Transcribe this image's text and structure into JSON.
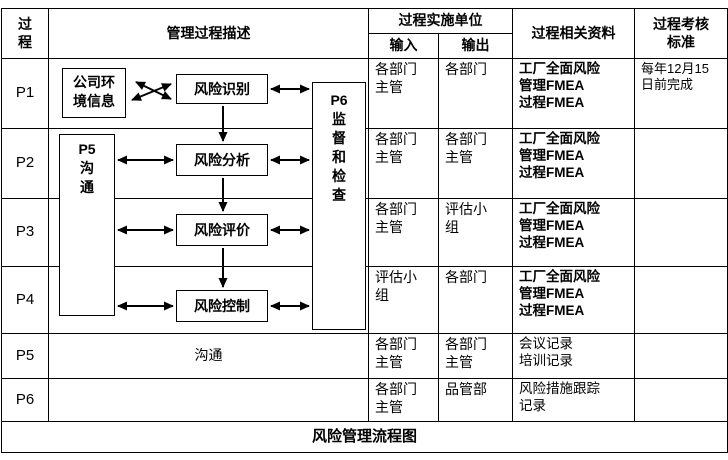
{
  "header": {
    "process": "过\n程",
    "description": "管理过程描述",
    "implementation_unit": "过程实施单位",
    "input": "输入",
    "output": "输出",
    "materials": "过程相关资料",
    "standard": "过程考核\n标准"
  },
  "rows": [
    {
      "id": "P1",
      "description": "",
      "input": "各部门\n主管",
      "output": "各部门",
      "materials": "工厂全面风险\n管理FMEA\n过程FMEA",
      "standard": "每年12月15\n日前完成"
    },
    {
      "id": "P2",
      "description": "",
      "input": "各部门\n主管",
      "output": "各部门\n主管",
      "materials": "工厂全面风险\n管理FMEA\n过程FMEA",
      "standard": ""
    },
    {
      "id": "P3",
      "description": "",
      "input": "各部门\n主管",
      "output": "评估小\n组",
      "materials": "工厂全面风险\n管理FMEA\n过程FMEA",
      "standard": ""
    },
    {
      "id": "P4",
      "description": "",
      "input": "评估小\n组",
      "output": "各部门",
      "materials": "工厂全面风险\n管理FMEA\n过程FMEA",
      "standard": ""
    },
    {
      "id": "P5",
      "description": "沟通",
      "input": "各部门\n主管",
      "output": "各部门\n主管",
      "materials": "会议记录\n培训记录",
      "standard": ""
    },
    {
      "id": "P6",
      "description": "",
      "input": "各部门\n主管",
      "output": "品管部",
      "materials": "风险措施跟踪\n记录",
      "standard": ""
    }
  ],
  "flowchart": {
    "env_info_box": "公司环\n境信息",
    "risk_identify_box": "风险识别",
    "risk_analyze_box": "风险分析",
    "risk_evaluate_box": "风险评价",
    "risk_control_box": "风险控制",
    "p5_comm_box": "P5\n沟\n通",
    "p6_supervision_box": "P6\n监\n督\n和\n检\n查"
  },
  "footer": {
    "title": "风险管理流程图"
  },
  "colors": {
    "border": "#000000",
    "background": "#ffffff"
  }
}
